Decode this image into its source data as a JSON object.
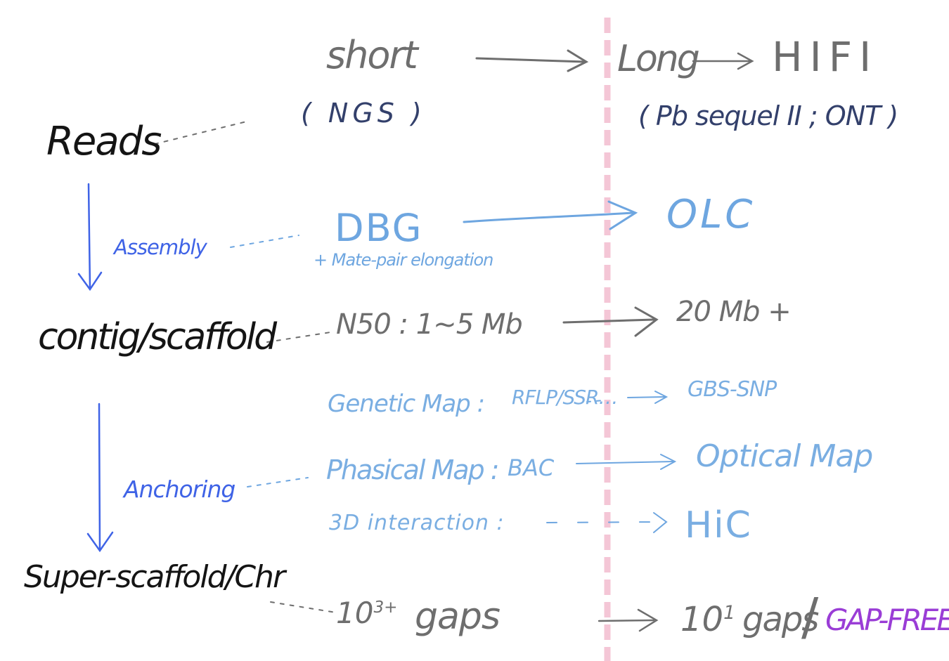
{
  "stages": {
    "reads": "Reads",
    "contig": "contig/scaffold",
    "super": "Super-scaffold/Chr"
  },
  "steps": {
    "assembly": "Assembly",
    "anchoring": "Anchoring"
  },
  "reads": {
    "short": "short",
    "ngs": "( NGS )",
    "long": "Long",
    "hifi": "HIFI",
    "platforms": "( Pb sequel II ; ONT )"
  },
  "assembly": {
    "dbg": "DBG",
    "dbg_note": "+ Mate-pair elongation",
    "olc": "OLC"
  },
  "contig": {
    "n50": "N50 : 1~5 Mb",
    "n50_long": "20 Mb +"
  },
  "anchoring": {
    "genetic_map": "Genetic Map :",
    "genetic_markers": "RFLP/SSR…",
    "genetic_new": "GBS-SNP",
    "physical_map": "Phasical Map :",
    "physical_markers": "BAC",
    "physical_new": "Optical Map",
    "interaction": "3D interaction :",
    "interaction_new": "HiC"
  },
  "gaps": {
    "base": "10",
    "exponent": "3+",
    "label": "gaps",
    "new_base": "10",
    "new_exponent": "1",
    "new_label": "gaps",
    "separator": "/",
    "gap_free": "GAP-FREE"
  },
  "colors": {
    "stage": "#141414",
    "step": "#3f63e6",
    "gray": "#6e6e6e",
    "navy": "#33406b",
    "blue": "#6ea6e0",
    "purple": "#9a3dd6",
    "divider": "#f4c6d6"
  }
}
